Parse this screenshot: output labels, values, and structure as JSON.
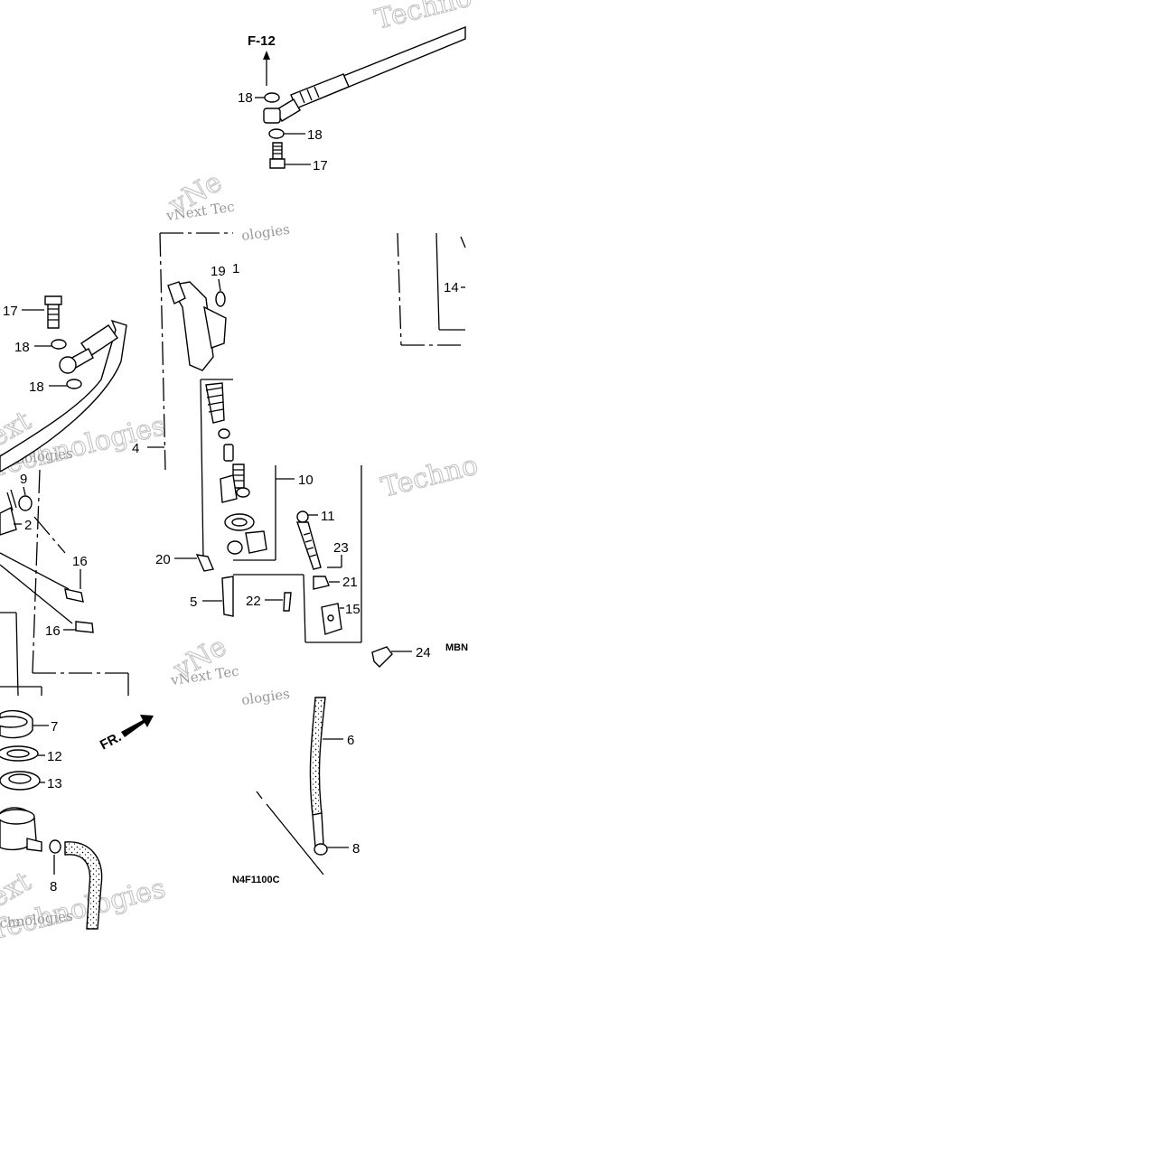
{
  "diagram": {
    "refs": {
      "f12": "F-12",
      "fr": "FR."
    },
    "codes": {
      "c1": "MBN",
      "c2": "N4F1100C"
    },
    "watermark": {
      "brand": "Technologies",
      "brand_short": "Techno",
      "line1": "vNext Tec",
      "line2": "ologies",
      "line3": "chnologies",
      "line4": "vNe",
      "line5": "ext"
    },
    "callouts": {
      "n2": "2",
      "n4": "4",
      "n5": "5",
      "n6": "6",
      "n7": "7",
      "n8a": "8",
      "n8b": "8",
      "n9": "9",
      "n10": "10",
      "n11": "11",
      "n12": "12",
      "n13": "13",
      "n14": "14",
      "n15": "15",
      "n16a": "16",
      "n16b": "16",
      "n17a": "17",
      "n17b": "17",
      "n18a": "18",
      "n18b": "18",
      "n18c": "18",
      "n18d": "18",
      "n19": "19",
      "n20": "20",
      "n21": "21",
      "n22": "22",
      "n23": "23",
      "n24": "24",
      "n1x": "1"
    }
  }
}
